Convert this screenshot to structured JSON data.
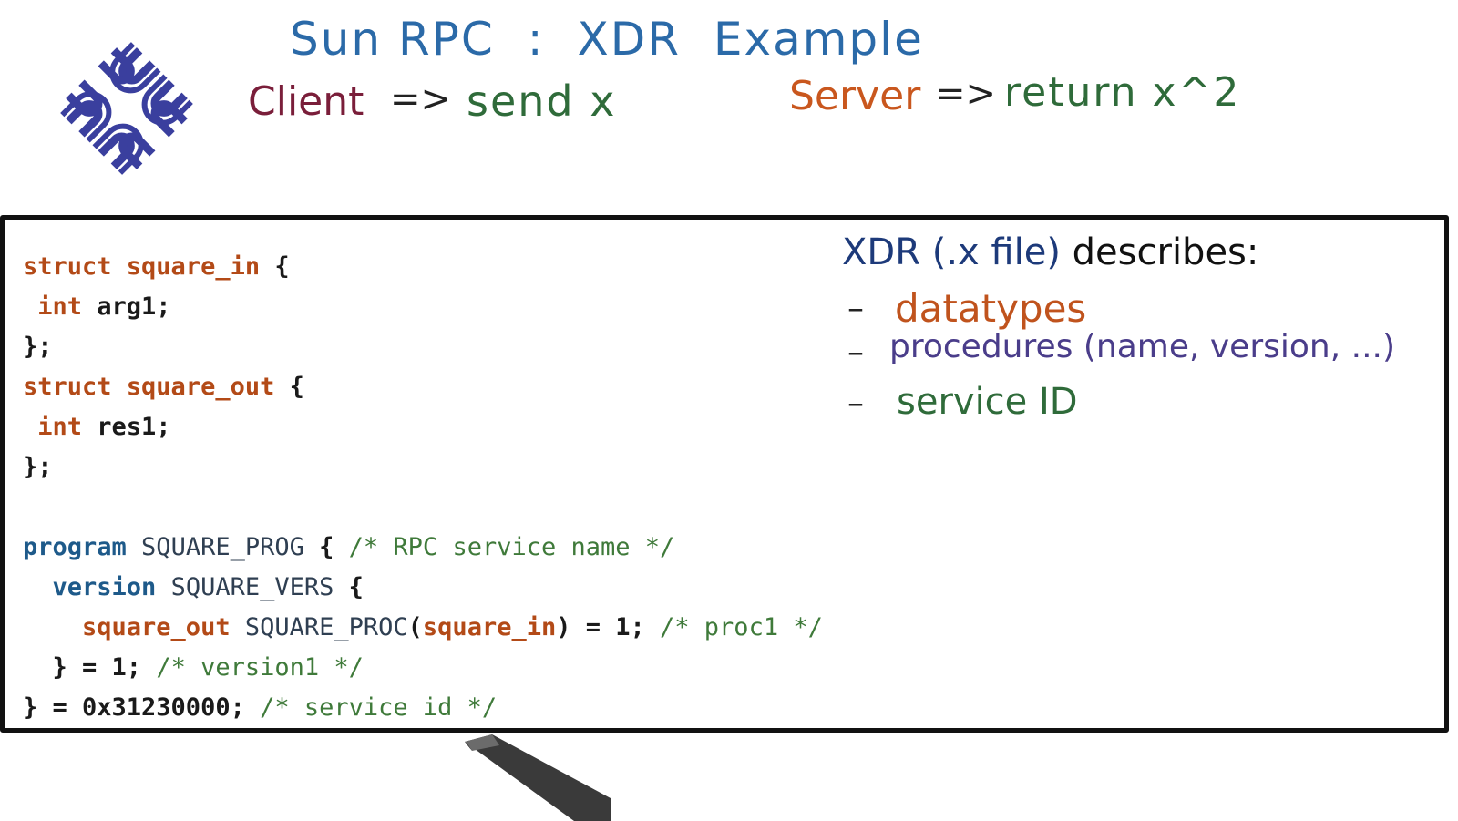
{
  "header": {
    "title_parts": [
      "Sun RPC",
      ":",
      "XDR",
      "Example"
    ],
    "client_label": "Client",
    "client_arrow": "=>",
    "client_action": "send x",
    "server_label": "Server",
    "server_arrow": "=>",
    "server_action": "return x^2"
  },
  "logo": {
    "icon": "sun-microsystems-logo",
    "color": "#3a3f9e"
  },
  "code": {
    "lines": [
      [
        {
          "t": "struct square_in",
          "c": "type"
        },
        {
          "t": " {",
          "c": "plain"
        }
      ],
      [
        {
          "t": " int",
          "c": "type"
        },
        {
          "t": " arg1;",
          "c": "plain"
        }
      ],
      [
        {
          "t": "};",
          "c": "plain"
        }
      ],
      [
        {
          "t": "struct square_out",
          "c": "type"
        },
        {
          "t": " {",
          "c": "plain"
        }
      ],
      [
        {
          "t": " int",
          "c": "type"
        },
        {
          "t": " res1;",
          "c": "plain"
        }
      ],
      [
        {
          "t": "};",
          "c": "plain"
        }
      ],
      [
        {
          "t": "",
          "c": "plain"
        }
      ],
      [
        {
          "t": "program",
          "c": "kw"
        },
        {
          "t": " SQUARE_PROG",
          "c": "name"
        },
        {
          "t": " { ",
          "c": "plain"
        },
        {
          "t": "/* RPC service name */",
          "c": "comment"
        }
      ],
      [
        {
          "t": "  version",
          "c": "kw"
        },
        {
          "t": " SQUARE_VERS",
          "c": "name"
        },
        {
          "t": " {",
          "c": "plain"
        }
      ],
      [
        {
          "t": "    square_out",
          "c": "type"
        },
        {
          "t": " SQUARE_PROC",
          "c": "name"
        },
        {
          "t": "(",
          "c": "plain"
        },
        {
          "t": "square_in",
          "c": "type"
        },
        {
          "t": ") = 1; ",
          "c": "plain"
        },
        {
          "t": "/* proc1 */",
          "c": "comment"
        }
      ],
      [
        {
          "t": "  } = 1; ",
          "c": "plain"
        },
        {
          "t": "/* version1 */",
          "c": "comment"
        }
      ],
      [
        {
          "t": "} = 0x31230000; ",
          "c": "plain"
        },
        {
          "t": "/* service id */",
          "c": "comment"
        }
      ]
    ]
  },
  "notes": {
    "heading": "XDR (.x file)",
    "heading_rest": " describes:",
    "dash": "–",
    "items": [
      "datatypes",
      "procedures (name, version, ...)",
      "service ID"
    ]
  },
  "colors": {
    "title": "#2b6aa8",
    "client": "#7a1e3a",
    "server": "#c9571e",
    "green": "#2f6b3a",
    "type_token": "#b34a17",
    "keyword_token": "#1e5a8a",
    "comment_token": "#3f7a3a"
  }
}
